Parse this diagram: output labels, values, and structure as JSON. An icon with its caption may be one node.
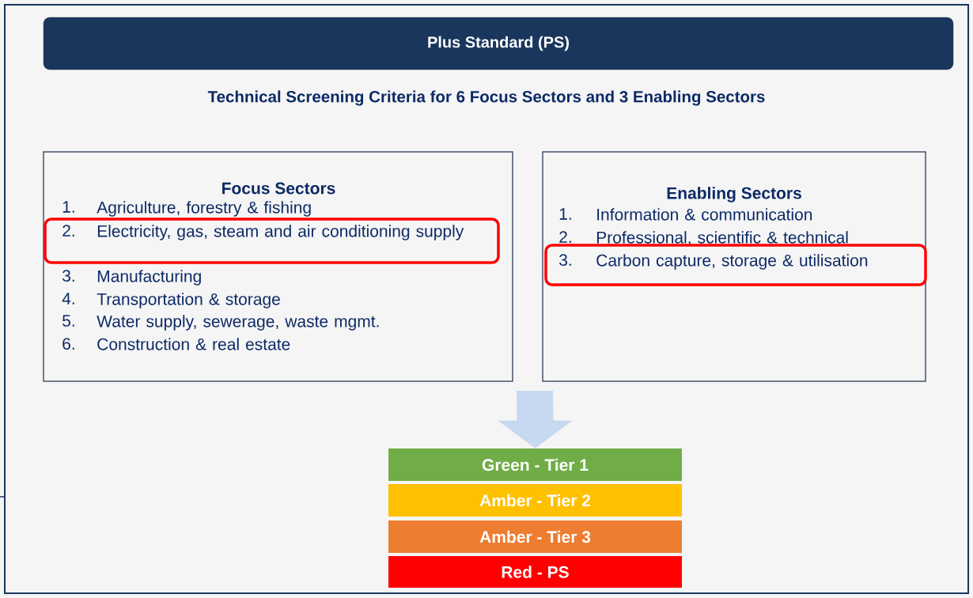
{
  "diagram": {
    "title": "Technical Screening Criteria for 6 Focus Sectors and 3 Enabling Sectors",
    "nodes": [
      {
        "text": [
          "Plus Standard (PS)"
        ]
      },
      {
        "text": [
          "Focus Sectors",
          "1.",
          "Agriculture, forestry & fishing",
          "2.",
          "Electricity, gas, steam and air conditioning supply",
          "3.",
          "Manufacturing",
          "4.",
          "Transportation & storage",
          "5.",
          "Water supply, sewerage, waste mgmt.",
          "6.",
          "Construction & real estate"
        ]
      },
      {
        "text": [
          "Enabling Sectors",
          "1.",
          "Information & communication",
          "2.",
          "Professional, scientific & technical",
          "3.",
          "Carbon capture, storage & utilisation"
        ]
      },
      {
        "text": [
          "Green - Tier 1"
        ]
      },
      {
        "text": [
          "Amber - Tier 2"
        ]
      },
      {
        "text": [
          "Amber - Tier 3"
        ]
      },
      {
        "text": [
          "Red - PS"
        ]
      }
    ],
    "edges": [
      {
        "from": null,
        "to": 3,
        "arrow": "to",
        "color": "#c6d9f0"
      }
    ]
  }
}
